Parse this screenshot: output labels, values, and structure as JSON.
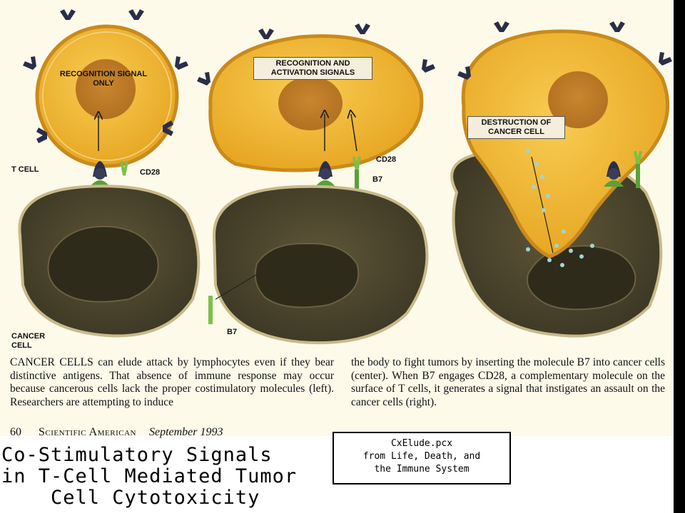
{
  "labels": {
    "recognition_signal_only": "RECOGNITION SIGNAL ONLY",
    "recognition_and_activation": "RECOGNITION AND ACTIVATION SIGNALS",
    "destruction": "DESTRUCTION OF CANCER CELL",
    "t_cell": "T CELL",
    "cancer_cell": "CANCER CELL",
    "cd28_left": "CD28",
    "cd28_center": "CD28",
    "b7_center": "B7",
    "b7_bottom": "B7"
  },
  "caption": {
    "left": "CANCER CELLS can elude attack by lymphocytes even if they bear distinctive antigens. That absence of immune response may occur because cancerous cells lack the proper costimulatory molecules (left). Researchers are attempting to induce",
    "right": "the body to fight tumors by inserting the molecule B7 into cancer cells (center). When B7 engages CD28, a complementary molecule on the surface of T cells, it generates a signal that instigates an assault on the cancer cells (right)."
  },
  "footer": {
    "page": "60",
    "magazine": "Scientific American",
    "date": "September 1993"
  },
  "title_lines": [
    "Co-Stimulatory Signals",
    "in T-Cell Mediated Tumor",
    "    Cell Cytotoxicity"
  ],
  "source_lines": [
    "CxElude.pcx",
    "from Life, Death, and",
    "the Immune System"
  ],
  "colors": {
    "tcell_fill": "#f2b52a",
    "tcell_membrane": "#c98a1c",
    "cancer_fill": "#4a4430",
    "cancer_membrane": "#c9b98a",
    "receptor": "#2b2e48",
    "costim": "#7ac04a",
    "granule": "#9fd6d4",
    "paper": "#fdfaea"
  }
}
